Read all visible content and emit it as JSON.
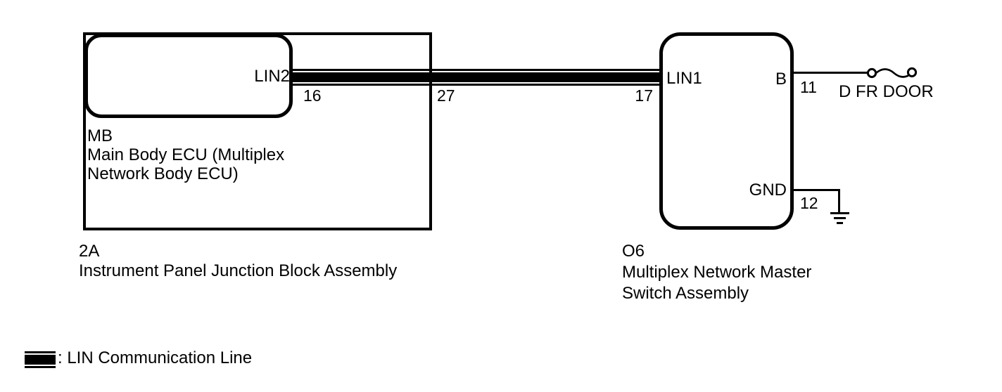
{
  "colors": {
    "line": "#000000",
    "background": "#ffffff"
  },
  "left_assembly": {
    "code": "2A",
    "name": "Instrument Panel Junction Block Assembly",
    "ecu": {
      "code": "MB",
      "name_line1": "Main Body ECU (Multiplex",
      "name_line2": "Network Body ECU)",
      "pin_label": "LIN2",
      "pin_number": "16"
    },
    "edge_pin_number": "27"
  },
  "right_assembly": {
    "code": "O6",
    "name_line1": "Multiplex Network Master",
    "name_line2": "Switch Assembly",
    "pin_lin1": {
      "label": "LIN1",
      "number": "17"
    },
    "pin_b": {
      "label": "B",
      "number": "11",
      "target": "D FR DOOR"
    },
    "pin_gnd": {
      "label": "GND",
      "number": "12"
    }
  },
  "legend": {
    "label": ": LIN Communication Line"
  }
}
